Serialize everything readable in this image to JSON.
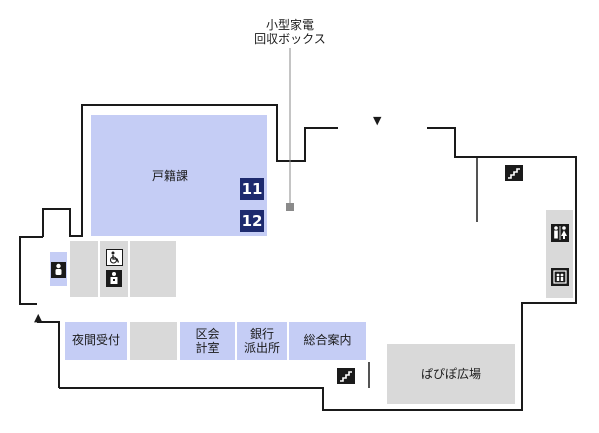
{
  "callout": {
    "line1": "小型家電",
    "line2": "回収ボックス"
  },
  "rooms": {
    "family_register": "戸籍課",
    "night_reception": "夜間受付",
    "ward_council_line1": "区会",
    "ward_council_line2": "計室",
    "bank_line1": "銀行",
    "bank_line2": "派出所",
    "general_info": "総合案内",
    "papipupe_plaza": "ぱぴぽ広場"
  },
  "counters": [
    "11",
    "12"
  ],
  "icons": {
    "entrance_arrow_top": "▼",
    "entrance_arrow_left": "▲",
    "stairs_icon": "stairs-icon",
    "wheelchair_icon": "wheelchair-icon",
    "restroom_icon": "restroom-icon",
    "nursing_room_icon": "nursing-room-icon"
  },
  "colors": {
    "room_blue": "#c5cdf5",
    "room_gray": "#d9d9d9",
    "wall": "#1a1a1a",
    "counter_badge": "#1d2a6e",
    "recycle_box": "#8a8a8a"
  }
}
